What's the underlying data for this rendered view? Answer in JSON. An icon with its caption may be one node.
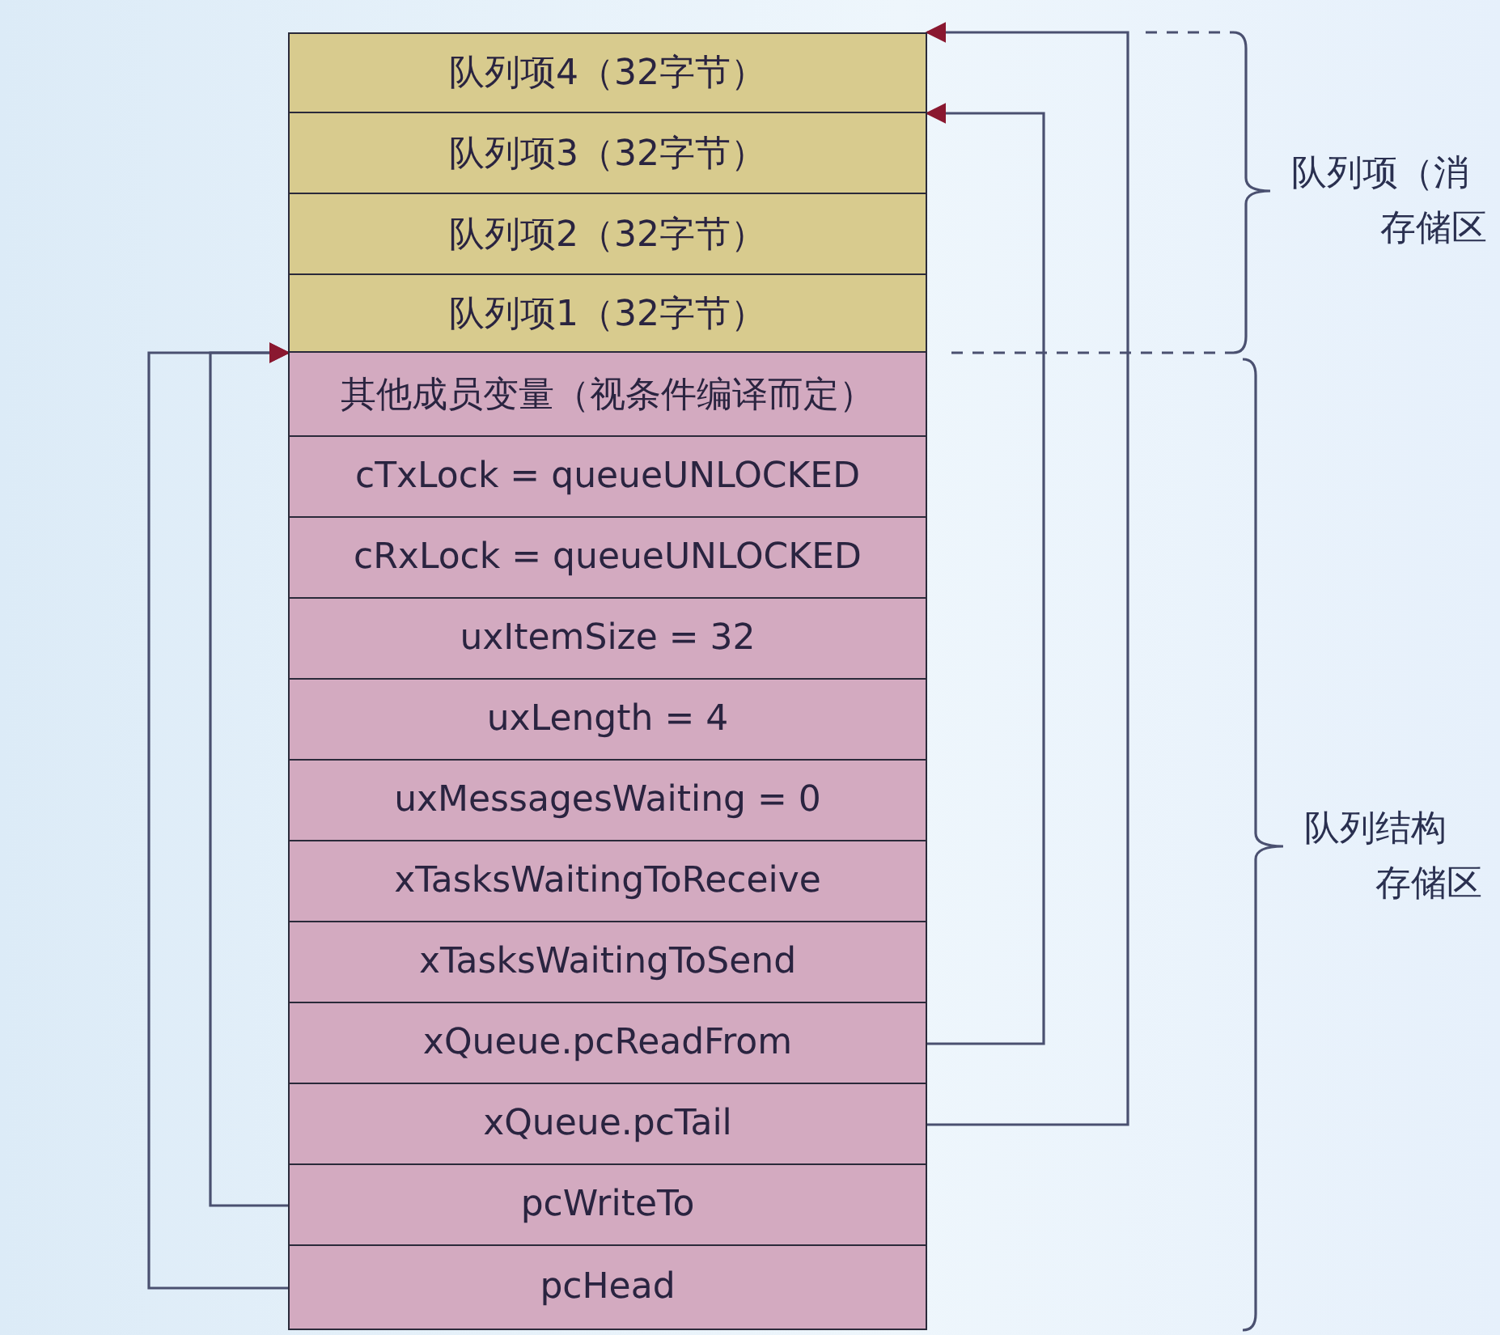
{
  "diagram": {
    "nodes": [
      {
        "text": [
          "队列项4（32字节）"
        ]
      },
      {
        "text": [
          "队列项3（32字节）"
        ]
      },
      {
        "text": [
          "队列项2（32字节）"
        ]
      },
      {
        "text": [
          "队列项1（32字节）"
        ]
      },
      {
        "text": [
          "其他成员变量（视条件编译而定）"
        ]
      },
      {
        "text": [
          "cTxLock = queueUNLOCKED"
        ]
      },
      {
        "text": [
          "cRxLock = queueUNLOCKED"
        ]
      },
      {
        "text": [
          "uxItemSize = 32"
        ]
      },
      {
        "text": [
          "uxLength = 4"
        ]
      },
      {
        "text": [
          "uxMessagesWaiting = 0"
        ]
      },
      {
        "text": [
          "xTasksWaitingToReceive"
        ]
      },
      {
        "text": [
          "xTasksWaitingToSend"
        ]
      },
      {
        "text": [
          "xQueue.pcReadFrom"
        ]
      },
      {
        "text": [
          "xQueue.pcTail"
        ]
      },
      {
        "text": [
          "pcWriteTo"
        ]
      },
      {
        "text": [
          "pcHead"
        ]
      }
    ],
    "edges": [
      {
        "from": 12,
        "to": 1,
        "arrow": "to"
      },
      {
        "from": 13,
        "to": 0,
        "arrow": "to"
      },
      {
        "from": 14,
        "to": 3,
        "arrow": "to"
      },
      {
        "from": 15,
        "to": 3,
        "arrow": "to"
      }
    ],
    "labels": [
      "队列项（消",
      "存储区",
      "队列结构",
      "存储区"
    ]
  }
}
